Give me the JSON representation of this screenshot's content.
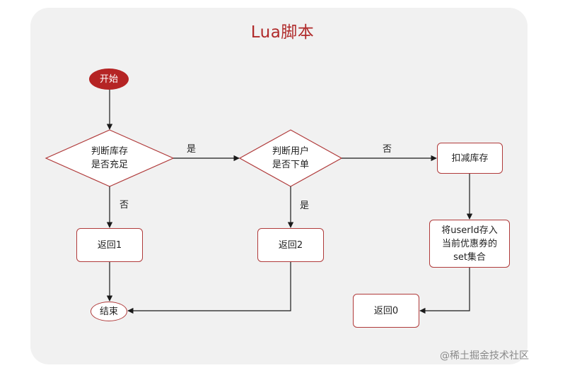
{
  "diagram": {
    "title": "Lua脚本",
    "nodes": {
      "start": "开始",
      "check_stock_line1": "判断库存",
      "check_stock_line2": "是否充足",
      "check_user_line1": "判断用户",
      "check_user_line2": "是否下单",
      "deduct_stock": "扣减库存",
      "save_user_line1": "将userId存入",
      "save_user_line2": "当前优惠券的",
      "save_user_line3": "set集合",
      "return1": "返回1",
      "return2": "返回2",
      "return0": "返回0",
      "end": "结束"
    },
    "edge_labels": {
      "stock_yes": "是",
      "stock_no": "否",
      "user_yes": "是",
      "user_no": "否"
    },
    "colors": {
      "accent": "#b52424",
      "stroke": "#b03a3a",
      "panel": "#f1f1f1",
      "line": "#1a1a1a"
    }
  },
  "watermark": "@稀土掘金技术社区"
}
